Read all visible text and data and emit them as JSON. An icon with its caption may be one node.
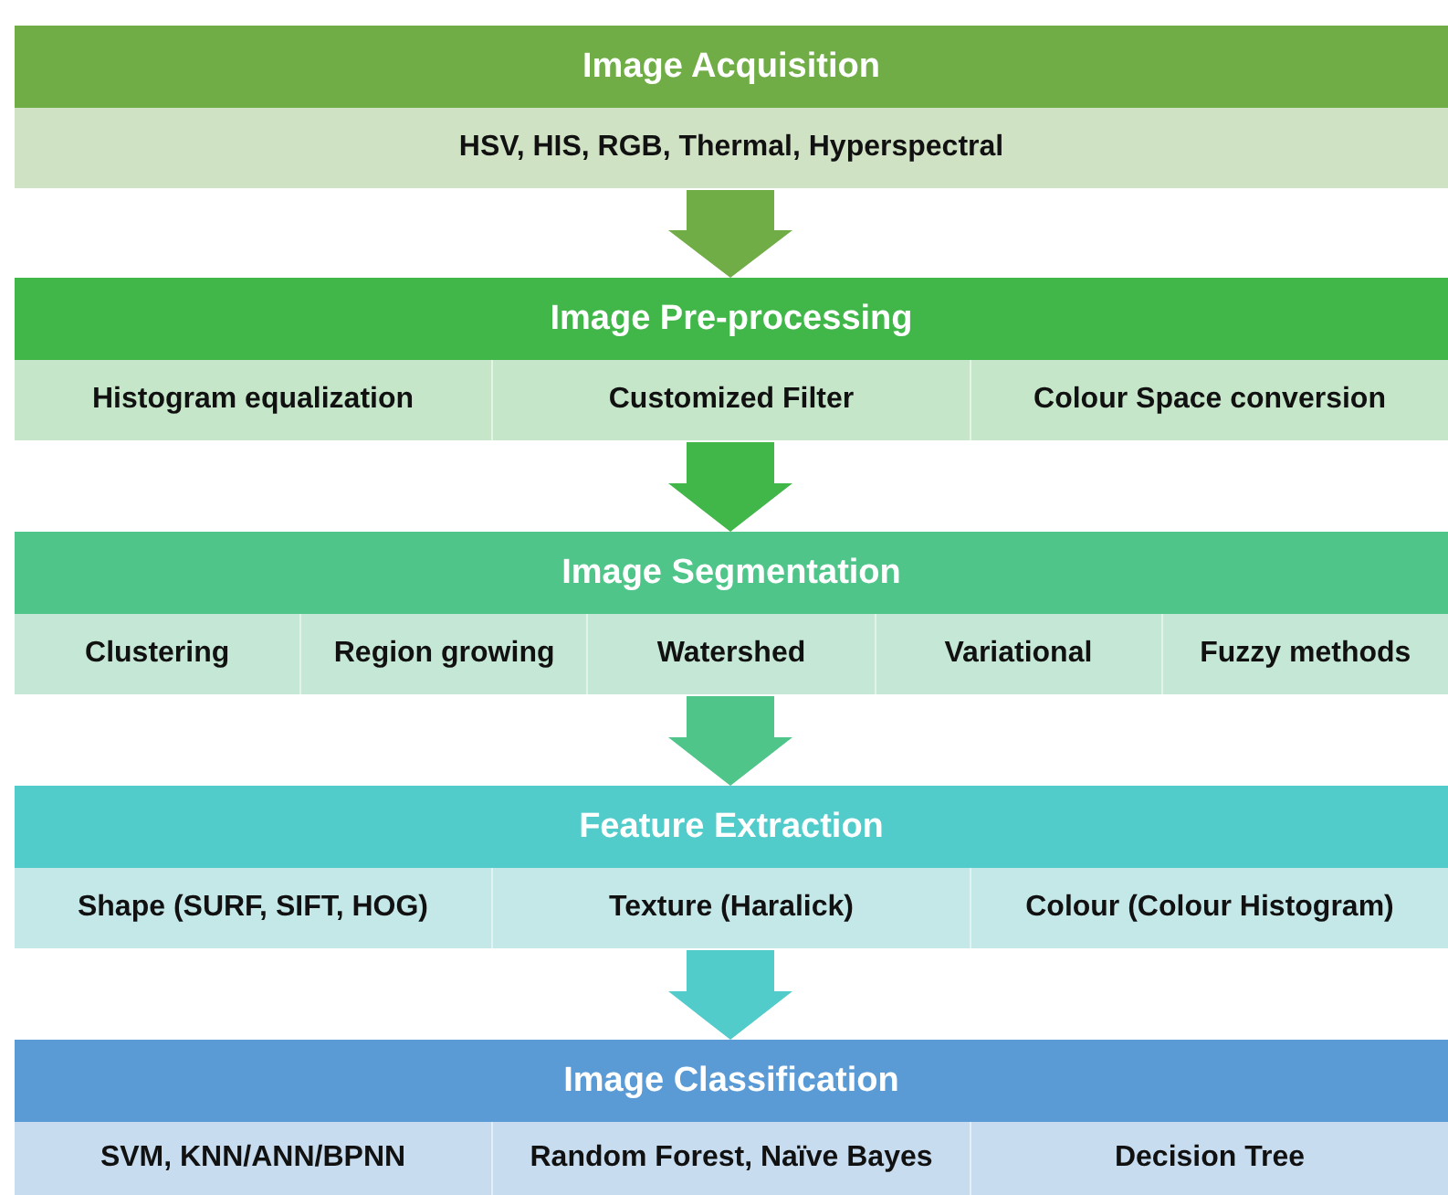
{
  "diagram": {
    "nodes": [
      {
        "text": [
          "Image Acquisition"
        ]
      },
      {
        "text": [
          "HSV, HIS, RGB, Thermal, Hyperspectral"
        ],
        "in": 0
      },
      {
        "text": [
          "Image Pre-processing"
        ]
      },
      {
        "text": [
          "Histogram equalization"
        ],
        "in": 2
      },
      {
        "text": [
          "Customized Filter"
        ],
        "in": 2
      },
      {
        "text": [
          "Colour Space conversion"
        ],
        "in": 2
      },
      {
        "text": [
          "Image Segmentation"
        ]
      },
      {
        "text": [
          "Clustering"
        ],
        "in": 6
      },
      {
        "text": [
          "Region growing"
        ],
        "in": 6
      },
      {
        "text": [
          "Watershed"
        ],
        "in": 6
      },
      {
        "text": [
          "Variational"
        ],
        "in": 6
      },
      {
        "text": [
          "Fuzzy methods"
        ],
        "in": 6
      },
      {
        "text": [
          "Feature Extraction"
        ]
      },
      {
        "text": [
          "Shape (SURF, SIFT, HOG)"
        ],
        "in": 12
      },
      {
        "text": [
          "Texture (Haralick)"
        ],
        "in": 12
      },
      {
        "text": [
          "Colour (Colour Histogram)"
        ],
        "in": 12
      },
      {
        "text": [
          "Image Classification"
        ]
      },
      {
        "text": [
          "SVM, KNN/ANN/BPNN"
        ],
        "in": 16
      },
      {
        "text": [
          "Random Forest, Naïve Bayes"
        ],
        "in": 16
      },
      {
        "text": [
          "Decision Tree"
        ],
        "in": 16
      }
    ],
    "edges": [
      {
        "from": 0,
        "to": 2,
        "arrow": "to",
        "color": "#70ad47"
      },
      {
        "from": 2,
        "to": 6,
        "arrow": "to",
        "color": "#41b649"
      },
      {
        "from": 6,
        "to": 12,
        "arrow": "to",
        "color": "#4fc58a"
      },
      {
        "from": 12,
        "to": 16,
        "arrow": "to",
        "color": "#52cbcb"
      }
    ]
  }
}
